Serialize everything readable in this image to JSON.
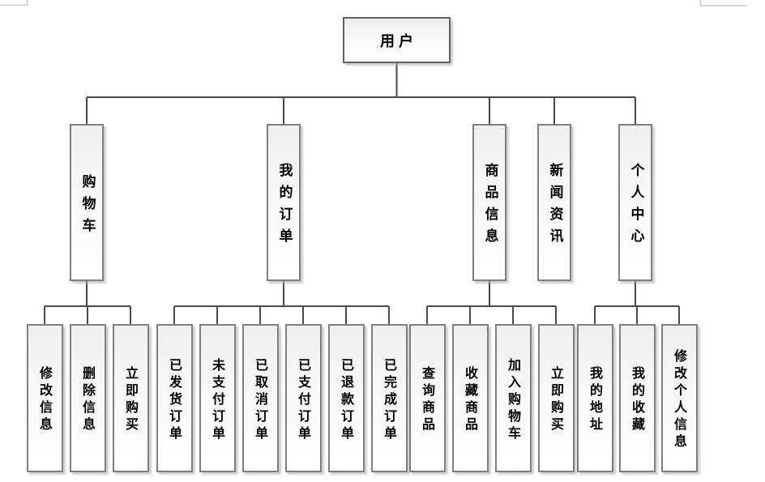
{
  "diagram": {
    "title": "user-function-tree",
    "root": {
      "label": "用户"
    },
    "branches": [
      {
        "label": "购物车",
        "children": [
          "修改信息",
          "删除信息",
          "立即购买"
        ]
      },
      {
        "label": "我的订单",
        "children": [
          "已发货订单",
          "未支付订单",
          "已取消订单",
          "已支付订单",
          "已退款订单",
          "已完成订单"
        ]
      },
      {
        "label": "商品信息",
        "children": [
          "查询商品",
          "收藏商品",
          "加入购物车",
          "立即购买"
        ]
      },
      {
        "label": "新闻资讯",
        "children": []
      },
      {
        "label": "个人中心",
        "children": [
          "我的地址",
          "我的收藏",
          "修改个人信息"
        ]
      }
    ],
    "colors": {
      "connector": "#4a4a4a",
      "box_border": "#7f7f7f",
      "root_border": "#616161",
      "box_fill_top": "#efefef",
      "box_fill_bottom": "#ffffff",
      "text": "#000000",
      "frame_artifact": "#c9c9c9"
    }
  }
}
